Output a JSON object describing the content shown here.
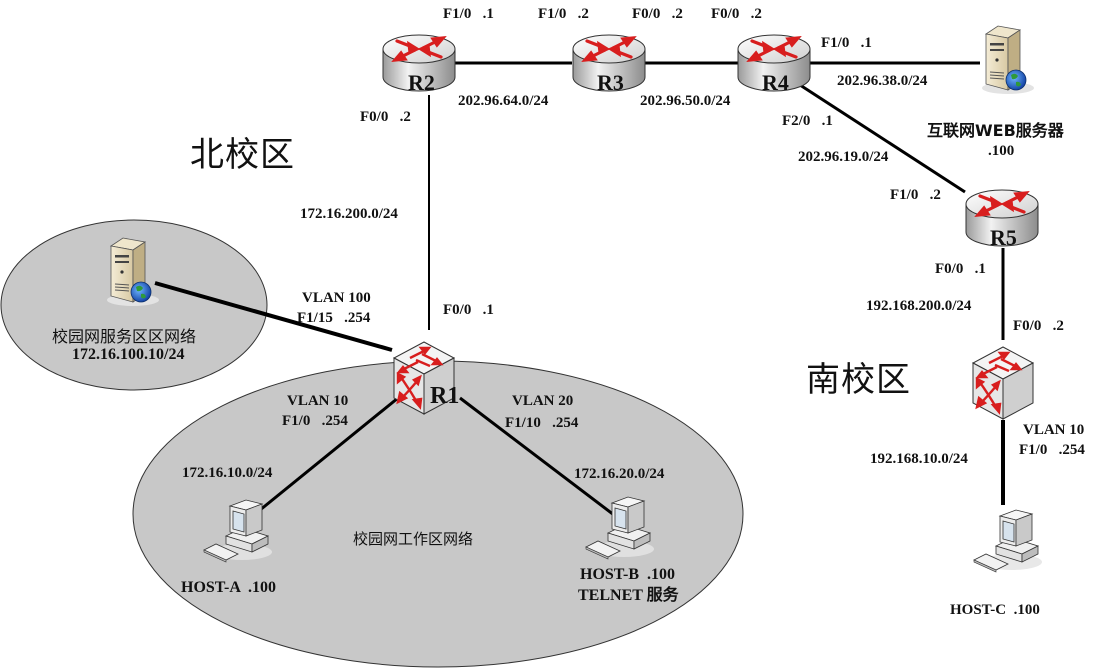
{
  "regions": {
    "north_campus": "北校区",
    "south_campus": "南校区"
  },
  "zones": {
    "service_zone": {
      "title": "校园网服务区区网络",
      "address": "172.16.100.10/24"
    },
    "work_zone": {
      "title": "校园网工作区网络"
    }
  },
  "devices": {
    "r1": {
      "name": "R1",
      "type": "multilayer-switch"
    },
    "r2": {
      "name": "R2",
      "type": "router"
    },
    "r3": {
      "name": "R3",
      "type": "router"
    },
    "r4": {
      "name": "R4",
      "type": "router"
    },
    "r5": {
      "name": "R5",
      "type": "router"
    },
    "south_switch": {
      "name": "",
      "type": "multilayer-switch"
    },
    "web_server": {
      "type": "server",
      "label": "互联网WEB服务器",
      "ip": ".100"
    },
    "campus_server": {
      "type": "server"
    },
    "host_a": {
      "type": "pc",
      "label": "HOST-A  .100"
    },
    "host_b": {
      "type": "pc",
      "label": "HOST-B  .100",
      "service": "TELNET 服务"
    },
    "host_c": {
      "type": "pc",
      "label": "HOST-C  .100"
    }
  },
  "interfaces": {
    "r2_f10": "F1/0   .1",
    "r3_f10": "F1/0   .2",
    "r3_f00": "F0/0   .2",
    "r4_f00": "F0/0   .2",
    "r4_f10": "F1/0   .1",
    "r4_f20": "F2/0   .1",
    "r5_f10": "F1/0   .2",
    "r5_f00": "F0/0   .1",
    "sw_f00": "F0/0   .2",
    "sw_vlan": "VLAN 10",
    "sw_f10": "F1/0   .254",
    "r2_f00": "F0/0   .2",
    "r1_f00": "F0/0   .1",
    "r1_vlan100": "VLAN 100",
    "r1_f115": "F1/15   .254",
    "r1_vlan10": "VLAN 10",
    "r1_f10": "F1/0   .254",
    "r1_vlan20": "VLAN 20",
    "r1_f110": "F1/10   .254"
  },
  "networks": {
    "r2_r3": "202.96.64.0/24",
    "r3_r4": "202.96.50.0/24",
    "r4_web": "202.96.38.0/24",
    "r4_r5": "202.96.19.0/24",
    "r2_r1": "172.16.200.0/24",
    "r5_sw": "192.168.200.0/24",
    "sw_hostc": "192.168.10.0/24",
    "r1_hosta": "172.16.10.0/24",
    "r1_hostb": "172.16.20.0/24"
  },
  "colors": {
    "arrow_red": "#d81e1e",
    "zone_fill": "#c8c8c8",
    "link": "#000000",
    "device_body": "#d9d9d9"
  }
}
